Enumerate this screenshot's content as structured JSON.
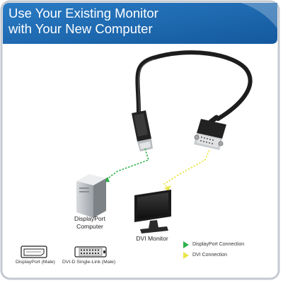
{
  "banner": {
    "title_line1": "Use Your Existing Monitor",
    "title_line2": "with Your New Computer"
  },
  "devices": {
    "computer_label_line1": "DisplayPort",
    "computer_label_line2": "Computer",
    "monitor_label": "DVI Monitor"
  },
  "connectors": {
    "displayport_label": "DisplayPort (Male)",
    "dvi_label": "DVI-D Single-Link (Male)"
  },
  "legend": {
    "items": [
      {
        "label": "DisplayPort Connection",
        "color": "#2db34a"
      },
      {
        "label": "DVI Connection",
        "color": "#e9e64a"
      }
    ]
  },
  "colors": {
    "banner": "#1a66b0",
    "frame": "#bfc5cc",
    "displayport_line": "#2db34a",
    "dvi_line": "#e9e64a",
    "cable": "#1d1d1d"
  }
}
